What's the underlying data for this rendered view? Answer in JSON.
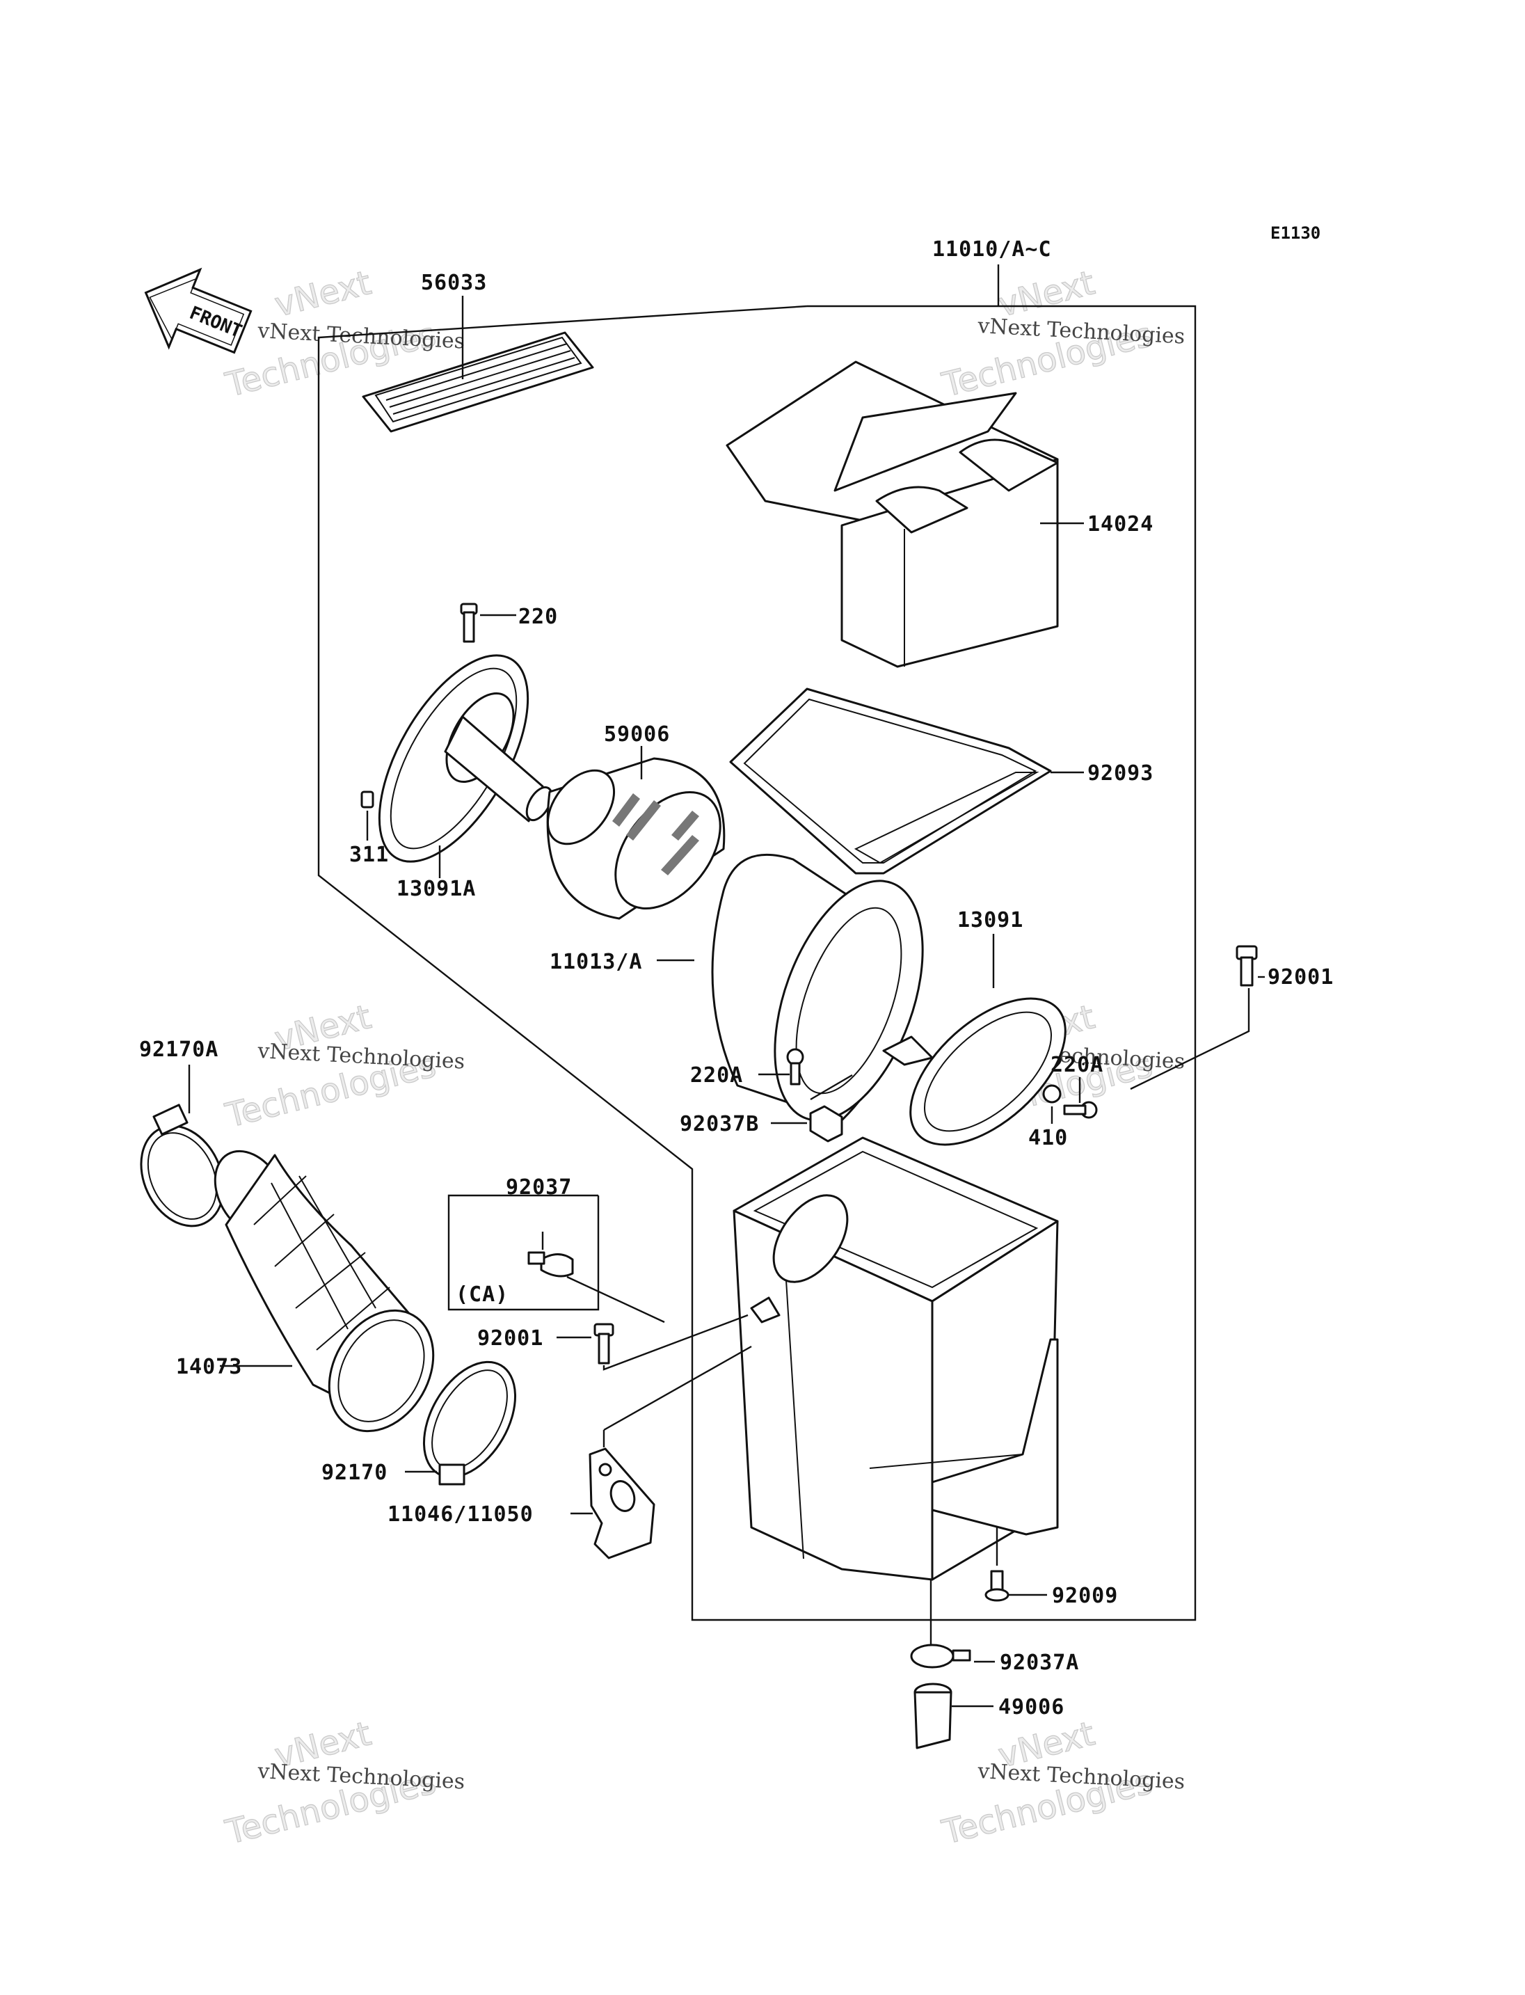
{
  "diagram_code": "E1130",
  "front_arrow_label": "FRONT",
  "watermark": {
    "line1": "vNext Technologies",
    "line2": "vNext",
    "line3": "Technologies"
  },
  "parts": {
    "p56033": "56033",
    "p11010": "11010/A~C",
    "p14024": "14024",
    "p220": "220",
    "p59006": "59006",
    "p92093": "92093",
    "p311": "311",
    "p13091A": "13091A",
    "p11013": "11013/A",
    "p13091": "13091",
    "p92001a": "92001",
    "p220A_left": "220A",
    "p220A_right": "220A",
    "p92037B": "92037B",
    "p410": "410",
    "p92170A": "92170A",
    "p92037": "92037",
    "pCA": "(CA)",
    "p92001b": "92001",
    "p14073": "14073",
    "p92170": "92170",
    "p11046": "11046/11050",
    "p92009": "92009",
    "p92037A": "92037A",
    "p49006": "49006"
  }
}
